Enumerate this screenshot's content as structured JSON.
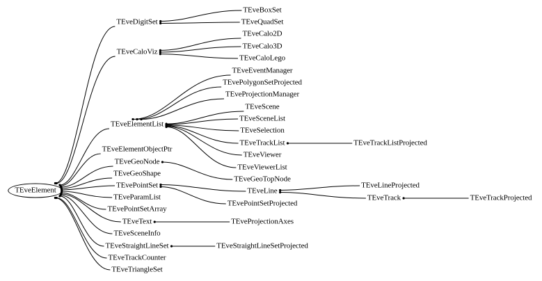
{
  "title": "TEveElement inheritance graph",
  "nodes": {
    "TEveElement": "TEveElement",
    "TEveDigitSet": "TEveDigitSet",
    "TEveBoxSet": "TEveBoxSet",
    "TEveQuadSet": "TEveQuadSet",
    "TEveCaloViz": "TEveCaloViz",
    "TEveCalo2D": "TEveCalo2D",
    "TEveCalo3D": "TEveCalo3D",
    "TEveCaloLego": "TEveCaloLego",
    "TEveElementList": "TEveElementList",
    "TEveEventManager": "TEveEventManager",
    "TEvePolygonSetProjected": "TEvePolygonSetProjected",
    "TEveProjectionManager": "TEveProjectionManager",
    "TEveScene": "TEveScene",
    "TEveSceneList": "TEveSceneList",
    "TEveSelection": "TEveSelection",
    "TEveTrackList": "TEveTrackList",
    "TEveTrackListProjected": "TEveTrackListProjected",
    "TEveViewer": "TEveViewer",
    "TEveViewerList": "TEveViewerList",
    "TEveElementObjectPtr": "TEveElementObjectPtr",
    "TEveGeoNode": "TEveGeoNode",
    "TEveGeoTopNode": "TEveGeoTopNode",
    "TEveGeoShape": "TEveGeoShape",
    "TEvePointSet": "TEvePointSet",
    "TEveLine": "TEveLine",
    "TEveLineProjected": "TEveLineProjected",
    "TEveTrack": "TEveTrack",
    "TEveTrackProjected": "TEveTrackProjected",
    "TEvePointSetProjected": "TEvePointSetProjected",
    "TEveParamList": "TEveParamList",
    "TEvePointSetArray": "TEvePointSetArray",
    "TEveText": "TEveText",
    "TEveProjectionAxes": "TEveProjectionAxes",
    "TEveSceneInfo": "TEveSceneInfo",
    "TEveStraightLineSet": "TEveStraightLineSet",
    "TEveStraightLineSetProjected": "TEveStraightLineSetProjected",
    "TEveTrackCounter": "TEveTrackCounter",
    "TEveTriangleSet": "TEveTriangleSet"
  },
  "edges": [
    [
      "TEveDigitSet",
      "TEveElement"
    ],
    [
      "TEveCaloViz",
      "TEveElement"
    ],
    [
      "TEveElementList",
      "TEveElement"
    ],
    [
      "TEveElementObjectPtr",
      "TEveElement"
    ],
    [
      "TEveGeoNode",
      "TEveElement"
    ],
    [
      "TEveGeoShape",
      "TEveElement"
    ],
    [
      "TEvePointSet",
      "TEveElement"
    ],
    [
      "TEveParamList",
      "TEveElement"
    ],
    [
      "TEvePointSetArray",
      "TEveElement"
    ],
    [
      "TEveText",
      "TEveElement"
    ],
    [
      "TEveSceneInfo",
      "TEveElement"
    ],
    [
      "TEveStraightLineSet",
      "TEveElement"
    ],
    [
      "TEveTrackCounter",
      "TEveElement"
    ],
    [
      "TEveTriangleSet",
      "TEveElement"
    ],
    [
      "TEveBoxSet",
      "TEveDigitSet"
    ],
    [
      "TEveQuadSet",
      "TEveDigitSet"
    ],
    [
      "TEveCalo2D",
      "TEveCaloViz"
    ],
    [
      "TEveCalo3D",
      "TEveCaloViz"
    ],
    [
      "TEveCaloLego",
      "TEveCaloViz"
    ],
    [
      "TEveEventManager",
      "TEveElementList"
    ],
    [
      "TEvePolygonSetProjected",
      "TEveElementList"
    ],
    [
      "TEveProjectionManager",
      "TEveElementList"
    ],
    [
      "TEveScene",
      "TEveElementList"
    ],
    [
      "TEveSceneList",
      "TEveElementList"
    ],
    [
      "TEveSelection",
      "TEveElementList"
    ],
    [
      "TEveTrackList",
      "TEveElementList"
    ],
    [
      "TEveViewer",
      "TEveElementList"
    ],
    [
      "TEveViewerList",
      "TEveElementList"
    ],
    [
      "TEveTrackListProjected",
      "TEveTrackList"
    ],
    [
      "TEveGeoTopNode",
      "TEveGeoNode"
    ],
    [
      "TEveLine",
      "TEvePointSet"
    ],
    [
      "TEvePointSetProjected",
      "TEvePointSet"
    ],
    [
      "TEveLineProjected",
      "TEveLine"
    ],
    [
      "TEveTrack",
      "TEveLine"
    ],
    [
      "TEveTrackProjected",
      "TEveTrack"
    ],
    [
      "TEveProjectionAxes",
      "TEveText"
    ],
    [
      "TEveStraightLineSetProjected",
      "TEveStraightLineSet"
    ]
  ]
}
